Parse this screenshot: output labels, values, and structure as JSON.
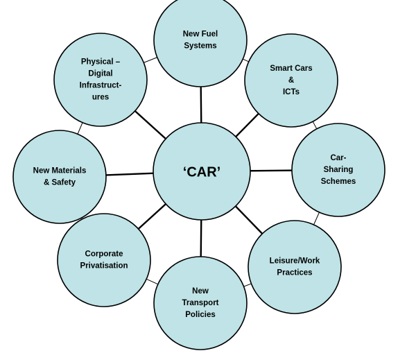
{
  "diagram": {
    "hub": {
      "id": "car",
      "label": "‘CAR’"
    },
    "nodes": [
      {
        "id": "new-fuel-systems",
        "lines": [
          "New Fuel",
          "Systems"
        ]
      },
      {
        "id": "smart-cars-icts",
        "lines": [
          "Smart Cars",
          "&",
          "ICTs"
        ]
      },
      {
        "id": "car-sharing-schemes",
        "lines": [
          "Car-",
          "Sharing",
          "Schemes"
        ]
      },
      {
        "id": "leisure-work-practices",
        "lines": [
          "Leisure/Work",
          "Practices"
        ]
      },
      {
        "id": "new-transport-policies",
        "lines": [
          "New",
          "Transport",
          "Policies"
        ]
      },
      {
        "id": "corporate-privatisation",
        "lines": [
          "Corporate",
          "Privatisation"
        ]
      },
      {
        "id": "new-materials-safety",
        "lines": [
          "New Materials",
          "& Safety"
        ]
      },
      {
        "id": "physical-digital-infrastructures",
        "lines": [
          "Physical –",
          "Digital",
          "Infrastruct-",
          "ures"
        ]
      }
    ],
    "links": [
      {
        "from": "new-fuel-systems",
        "to": "smart-cars-icts",
        "arrows": "both"
      },
      {
        "from": "new-fuel-systems",
        "to": "physical-digital-infrastructures",
        "arrows": "both"
      },
      {
        "from": "smart-cars-icts",
        "to": "car-sharing-schemes",
        "arrows": "both"
      },
      {
        "from": "car-sharing-schemes",
        "to": "leisure-work-practices",
        "arrows": "both"
      },
      {
        "from": "leisure-work-practices",
        "to": "new-transport-policies",
        "arrows": "both"
      },
      {
        "from": "new-transport-policies",
        "to": "corporate-privatisation",
        "arrows": "both"
      },
      {
        "from": "corporate-privatisation",
        "to": "new-materials-safety",
        "arrows": "both"
      },
      {
        "from": "new-materials-safety",
        "to": "physical-digital-infrastructures",
        "arrows": "both"
      }
    ],
    "colors": {
      "fill": "#bfe3e6",
      "stroke": "#000000"
    }
  }
}
